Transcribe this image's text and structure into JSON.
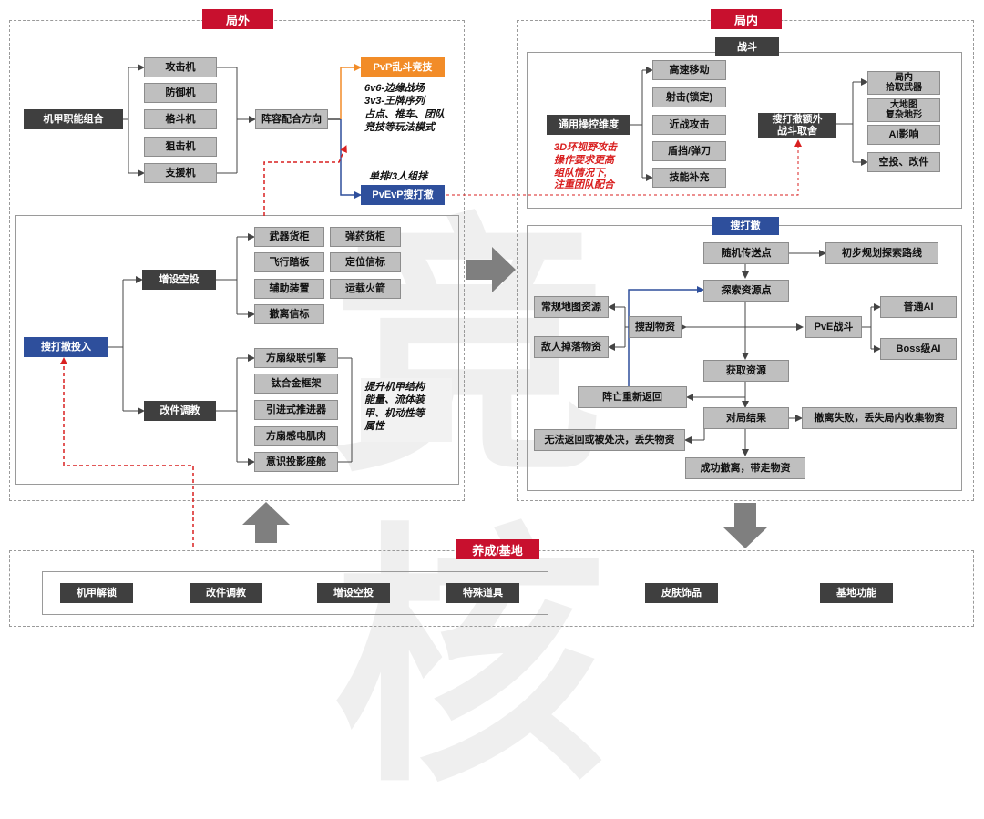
{
  "sections": {
    "outside": "局外",
    "inside": "局内",
    "base": "养成/基地"
  },
  "outside": {
    "mech_combo": "机甲职能组合",
    "mechs": [
      "攻击机",
      "防御机",
      "格斗机",
      "狙击机",
      "支援机"
    ],
    "lineup": "阵容配合方向",
    "pvp": "PvP乱斗竞技",
    "pvp_note": [
      "6v6-边缘战场",
      "3v3-王牌序列",
      "占点、推车、团队",
      "竞技等玩法模式"
    ],
    "squad_note": "单排/3人组排",
    "pvevp": "PvEvP搜打撤",
    "extract_input": "搜打撤投入",
    "add_equip": "增设空投",
    "equip_items": [
      "武器货柜",
      "弹药货柜",
      "飞行踏板",
      "定位信标",
      "辅助装置",
      "运载火箭",
      "撤离信标"
    ],
    "modify": "改件调教",
    "modify_items": [
      "方扇级联引擎",
      "钛合金框架",
      "引进式推进器",
      "方扇感电肌肉",
      "意识投影座舱"
    ],
    "modify_note": [
      "提升机甲结构",
      "能量、流体装",
      "甲、机动性等",
      "属性"
    ]
  },
  "combat": {
    "title": "战斗",
    "general": "通用操控维度",
    "actions": [
      "高速移动",
      "射击(锁定)",
      "近战攻击",
      "盾挡/弹刀",
      "技能补充"
    ],
    "note": [
      "3D环视野攻击",
      "操作要求更高",
      "组队情况下,",
      "注重团队配合"
    ],
    "extra": [
      "搜打撤额外",
      "战斗取舍"
    ],
    "extra_items": [
      "局内\n拾取武器",
      "大地图\n复杂地形",
      "AI影响",
      "空投、改件"
    ]
  },
  "extraction": {
    "title": "搜打撤",
    "spawn": "随机传送点",
    "plan": "初步规划探索路线",
    "explore": "探索资源点",
    "map_res": "常规地图资源",
    "enemy_drop": "敌人掉落物资",
    "search": "搜刮物资",
    "pve": "PvE战斗",
    "normal_ai": "普通AI",
    "boss_ai": "Boss级AI",
    "obtain": "获取资源",
    "respawn": "阵亡重新返回",
    "result": "对局结果",
    "fail": "撤离失败，丢失局内收集物资",
    "lost": "无法返回或被处决，丢失物资",
    "success": "成功撤离，带走物资"
  },
  "base": {
    "items": [
      "机甲解锁",
      "改件调教",
      "增设空投",
      "特殊道具",
      "皮肤饰品",
      "基地功能"
    ]
  },
  "watermark": "竞核",
  "colors": {
    "red": "#c8102e",
    "dark": "#3f3f3f",
    "blue": "#2e4f9c",
    "orange": "#f28c28",
    "grey": "#bfbfbf"
  }
}
